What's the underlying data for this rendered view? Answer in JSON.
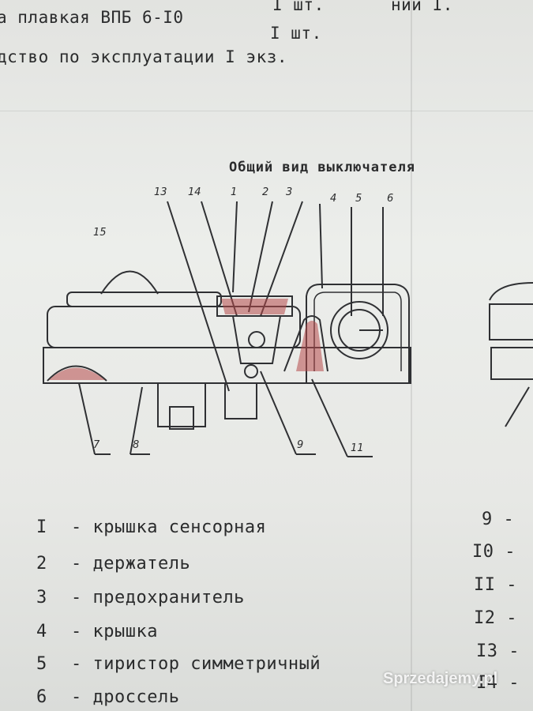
{
  "header_lines": [
    {
      "text": "а плавкая ВПБ 6-I0",
      "qty": "I шт."
    },
    {
      "text": "дство по эксплуатации I экз."
    }
  ],
  "top_partial_left": "I шт.",
  "top_partial_right": "ний I.",
  "diagram_title": "Общий вид выключателя",
  "callouts": [
    "13",
    "14",
    "1",
    "2",
    "3",
    "4",
    "5",
    "6",
    "15",
    "7",
    "8",
    "9",
    "11"
  ],
  "legend": [
    {
      "num": "I",
      "label": "крышка сенсорная"
    },
    {
      "num": "2",
      "label": "держатель"
    },
    {
      "num": "3",
      "label": "предохранитель"
    },
    {
      "num": "4",
      "label": "крышка"
    },
    {
      "num": "5",
      "label": "тиристор симметричный"
    },
    {
      "num": "6",
      "label": "дроссель"
    }
  ],
  "legend_right": [
    "9 -",
    "I0 -",
    "II -",
    "I2 -",
    "I3 -",
    "I4 -"
  ],
  "watermark": "Sprzedajemy.pl"
}
